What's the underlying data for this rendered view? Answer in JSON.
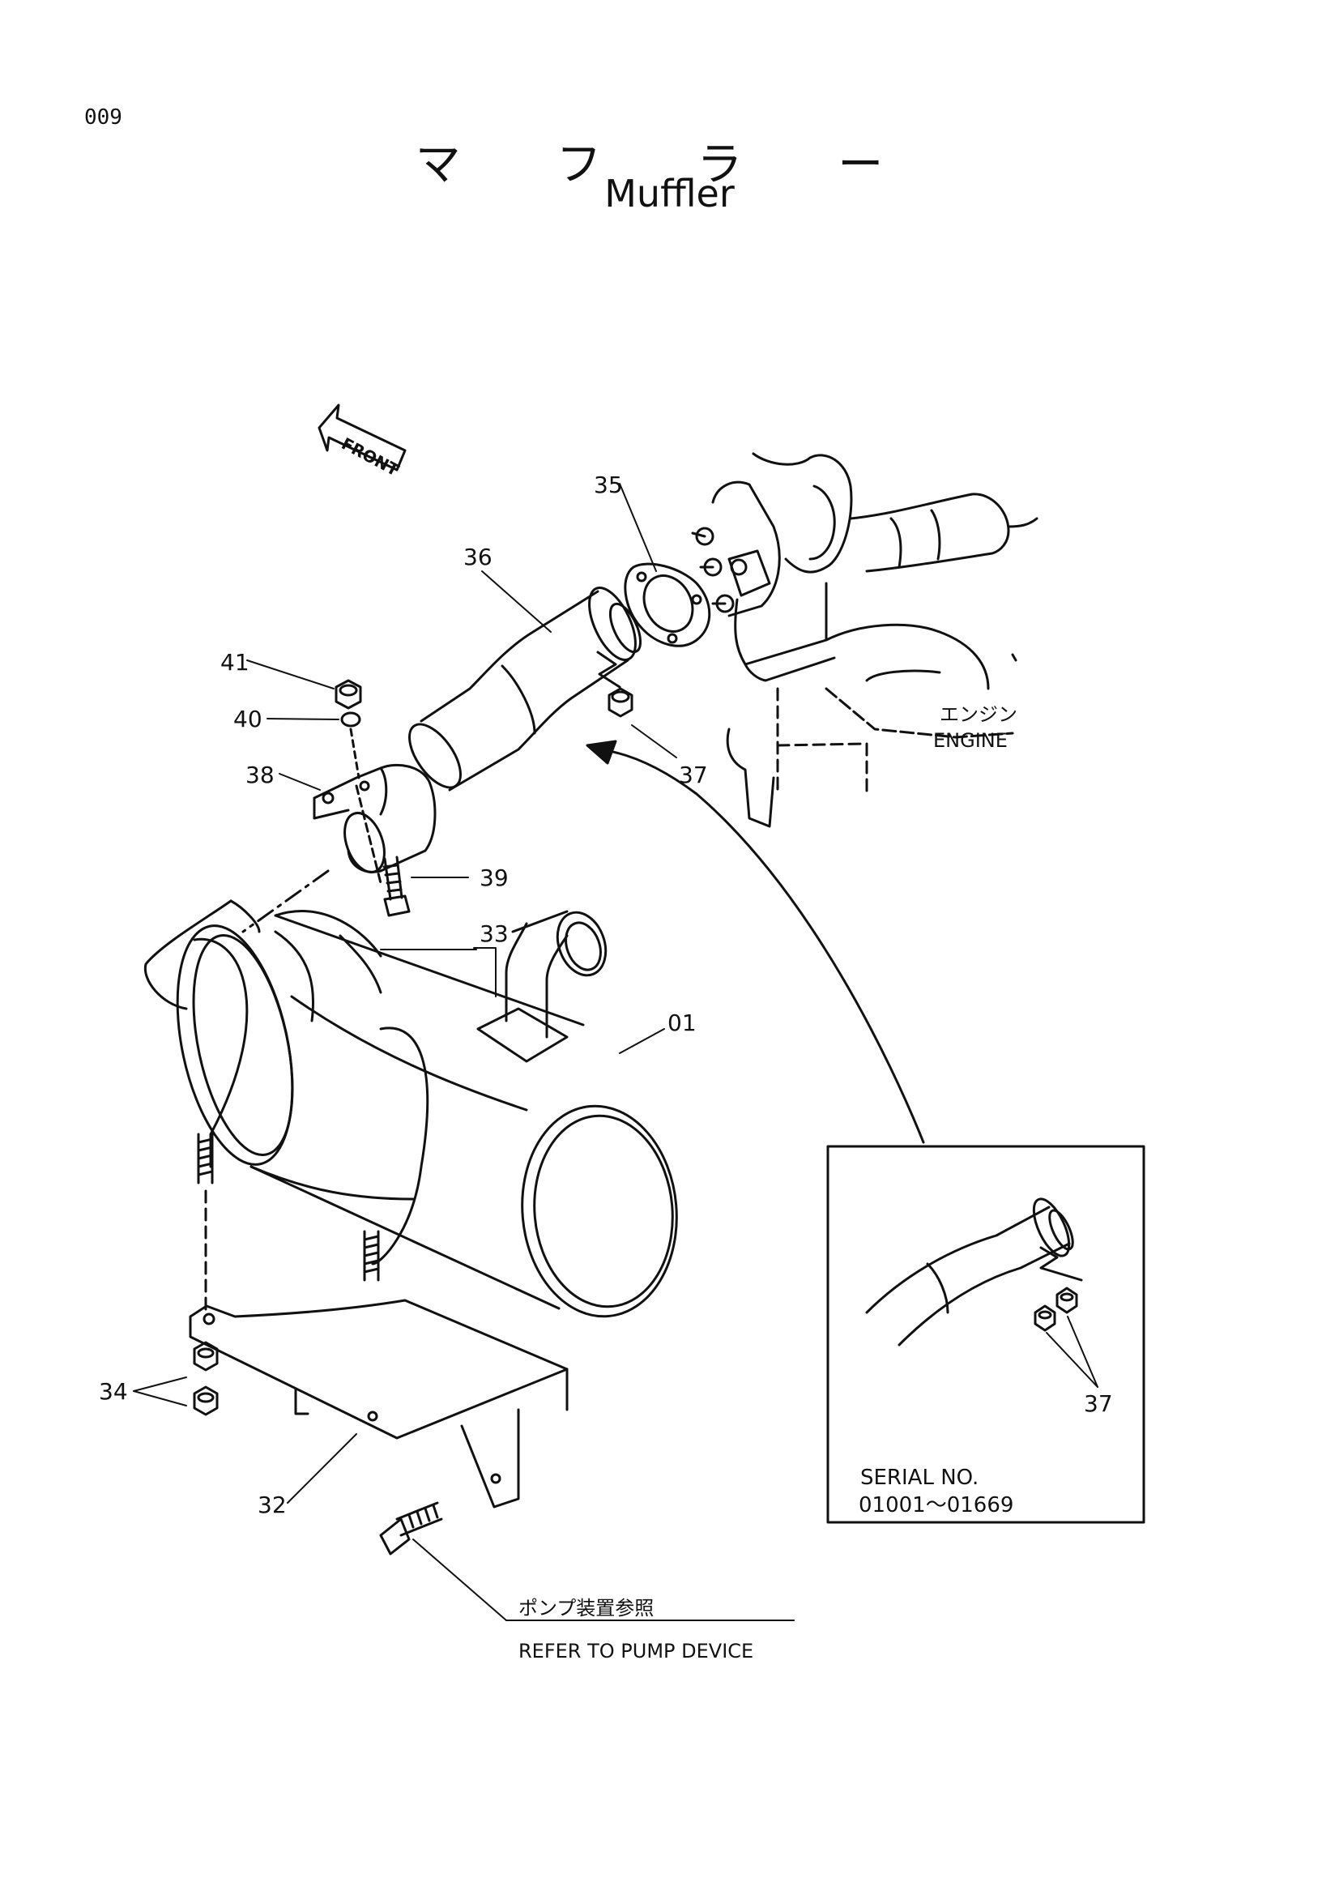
{
  "page_number": "009",
  "title_jp": "マ フ ラ ー",
  "title_en": "Muffler",
  "front_label": "FRONT",
  "engine_label_jp": "エンジン",
  "engine_label_en": "ENGINE",
  "callouts": {
    "c01": "01",
    "c32": "32",
    "c33": "33",
    "c34": "34",
    "c35": "35",
    "c36": "36",
    "c37": "37",
    "c37b": "37",
    "c38": "38",
    "c39": "39",
    "c40": "40",
    "c41": "41"
  },
  "serial_box": {
    "line1": "SERIAL  NO.",
    "line2": "01001～01669"
  },
  "refer_note": {
    "jp": "ポンプ装置参照",
    "en": "REFER  TO  PUMP  DEVICE"
  }
}
